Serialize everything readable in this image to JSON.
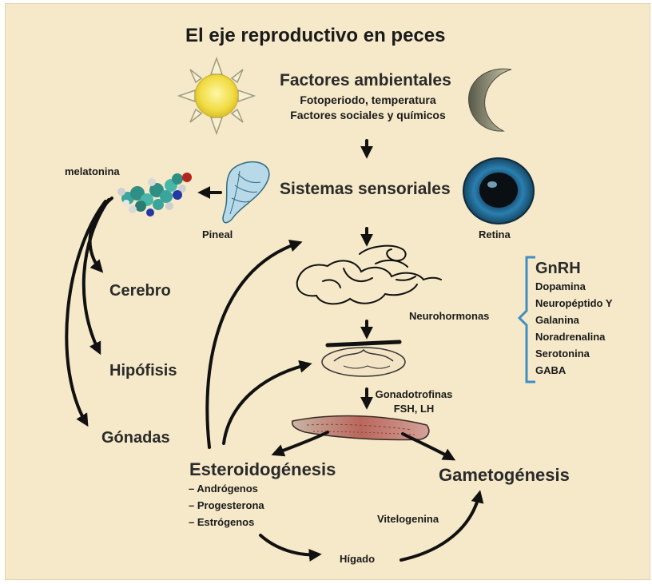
{
  "title": "El eje reproductivo en peces",
  "environment": {
    "heading": "Factores ambientales",
    "line1": "Fotoperiodo, temperatura",
    "line2": "Factores sociales y químicos"
  },
  "sensory": "Sistemas sensoriales",
  "melatonin": "melatonina",
  "pineal": "Pineal",
  "retina": "Retina",
  "targets": [
    "Cerebro",
    "Hipófisis",
    "Gónadas"
  ],
  "neurohormones_label": "Neurohormonas",
  "neurohormones": [
    "GnRH",
    "Dopamina",
    "Neuropéptido Y",
    "Galanina",
    "Noradrenalina",
    "Serotonina",
    "GABA"
  ],
  "gonadotropins": {
    "line1": "Gonadotrofinas",
    "line2": "FSH, LH"
  },
  "steroidogenesis": {
    "heading": "Esteroidogénesis",
    "items": [
      "– Andrógenos",
      "– Progesterona",
      "– Estrógenos"
    ]
  },
  "gametogenesis": "Gametogénesis",
  "vitellogenin": "Vitelogenina",
  "liver": "Hígado",
  "colors": {
    "background": "#f6e9c9",
    "arrow": "#111111",
    "bracket": "#3f8fc4",
    "sun": "#f2de4a",
    "eye": "#1e5f87"
  }
}
